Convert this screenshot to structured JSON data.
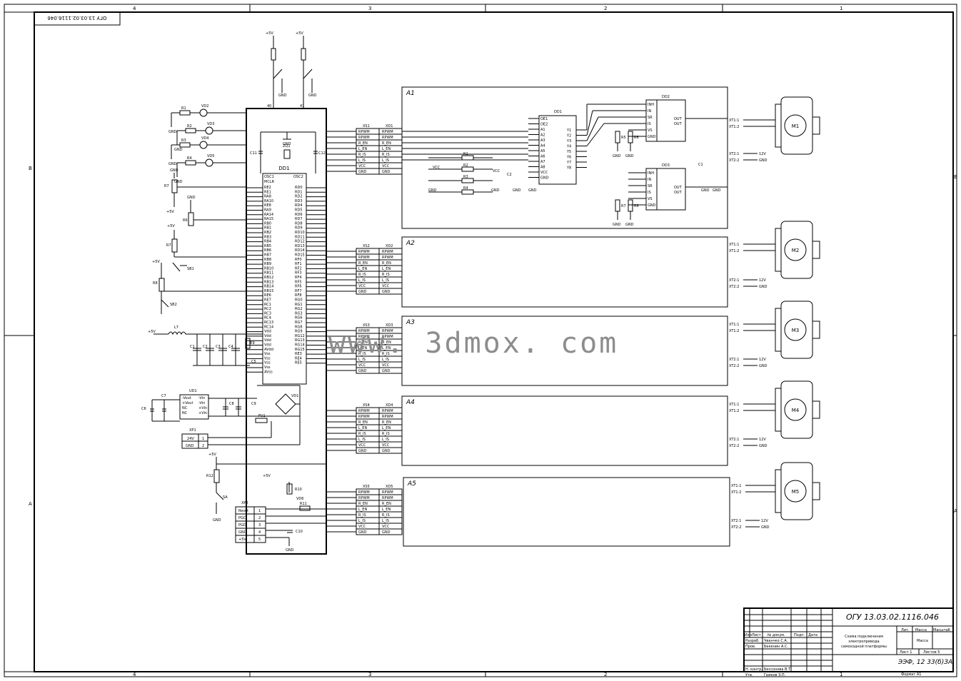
{
  "frame": {
    "zones_top": [
      "4",
      "3",
      "2",
      "1"
    ],
    "zones_side_left": [
      "B",
      "A"
    ],
    "zones_side_right": [
      "B",
      "A"
    ],
    "stamp_doc_rotated": "ОГУ 13.03.02.1116.046"
  },
  "title_block": {
    "doc_code": "ОГУ 13.03.02.1116.046",
    "title_lines": [
      "Схема подключения",
      "электропривода",
      "самоходной платформы"
    ],
    "col_heads": [
      "Изм",
      "Лист",
      "№ докум.",
      "Подп.",
      "Дата"
    ],
    "rows": [
      {
        "role": "Разраб.",
        "name": "Чванчко С.А."
      },
      {
        "role": "Пров.",
        "name": "Бекенин А.С."
      },
      {
        "role": "",
        "name": ""
      },
      {
        "role": "Н. контр.",
        "name": "Бессонова В.Т."
      },
      {
        "role": "Утв.",
        "name": "Гриков З.П."
      }
    ],
    "lit_label": "Лит.",
    "mass_label": "Масса",
    "scale_label": "Масштаб",
    "mass_value": "Масса",
    "sheet_label": "Лист 1",
    "sheets_label": "Листов  5",
    "group": "ЭЭФ, 12 33(б)ЗА",
    "format": "Формат А1"
  },
  "mcu": {
    "ref": "DD1",
    "osc": [
      "OSC1",
      "MCLR",
      "OSC2"
    ],
    "left_pins": [
      "RE2",
      "RE1",
      "RA8",
      "RA10",
      "RE8",
      "RA9",
      "RA14",
      "RA15",
      "RB0",
      "RB1",
      "RB2",
      "RB3",
      "RB4",
      "RB5",
      "RB6",
      "RB7",
      "RB8",
      "RB9",
      "RB10",
      "RB11",
      "RB12",
      "RB13",
      "RB14",
      "RB15",
      "RE6",
      "RE7",
      "RC1",
      "RC2",
      "RC3",
      "RC4",
      "RC13",
      "RC14",
      "Vdd",
      "Vdd",
      "Vdd",
      "Vdd",
      "AVdd",
      "Vss",
      "Vss",
      "Vss",
      "Vss",
      "AVss"
    ],
    "right_pins": [
      "RD0",
      "RD1",
      "RD2",
      "RD3",
      "RD4",
      "RD5",
      "RD6",
      "RD7",
      "RD8",
      "RD9",
      "RD10",
      "RD11",
      "RD12",
      "RD13",
      "RD14",
      "RD15",
      "RF0",
      "RF1",
      "RF2",
      "RF3",
      "RF4",
      "RF5",
      "RF6",
      "RF7",
      "RF8",
      "RG0",
      "RG1",
      "RG2",
      "RG3",
      "RG6",
      "RG7",
      "RG8",
      "RG9",
      "RG12",
      "RG13",
      "RG14",
      "RG15",
      "RE3",
      "RE4",
      "RE5"
    ]
  },
  "modules": [
    {
      "ref": "A1",
      "xs": "XS1",
      "xd": "XD1",
      "motor": "M1"
    },
    {
      "ref": "A2",
      "xs": "XS2",
      "xd": "XD2",
      "motor": "M2"
    },
    {
      "ref": "A3",
      "xs": "XS3",
      "xd": "XD3",
      "motor": "M3"
    },
    {
      "ref": "A4",
      "xs": "XS4",
      "xd": "XD4",
      "motor": "M4"
    },
    {
      "ref": "A5",
      "xs": "XS5",
      "xd": "XD5",
      "motor": "M5"
    }
  ],
  "connector_signals": [
    "RPWM",
    "RPWM",
    "R_EN",
    "L_EN",
    "R_IS",
    "L_IS",
    "VCC",
    "GND"
  ],
  "terminals": {
    "p1": "XT1:1",
    "p2": "XT1:2",
    "q1": "XT2:1",
    "q2": "XT2:2",
    "v": "12V",
    "g": "GND"
  },
  "a1_chips": {
    "buffer": "DD1",
    "buf_left": [
      "OE1",
      "OE2",
      "A1",
      "A2",
      "A3",
      "A4",
      "A5",
      "A6",
      "A7",
      "A8",
      "VCC",
      "GND"
    ],
    "buf_right": [
      "Y1",
      "Y2",
      "Y3",
      "Y4",
      "Y5",
      "Y6",
      "Y7",
      "Y8"
    ],
    "drv_top": "DD2",
    "drv_bot": "DD3",
    "drv_left": [
      "INH",
      "IN",
      "SR",
      "IS",
      "VS",
      "GND"
    ],
    "drv_right": [
      "OUT",
      "OUT"
    ],
    "res": [
      "R1",
      "R2",
      "R3",
      "R4",
      "R5",
      "R6",
      "R7",
      "R8"
    ],
    "cap": [
      "C1",
      "C2"
    ]
  },
  "power": {
    "inductor": "L7",
    "caps": [
      "C1",
      "C2",
      "C3",
      "C4",
      "C5"
    ],
    "res": "R9",
    "reg": "UD1",
    "reg_pins": [
      "-Vout",
      "+Vout",
      "NC",
      "NC",
      "-Vin",
      "-Vin",
      "+Vin",
      "+Vin"
    ],
    "c6": "C6",
    "c7": "C7",
    "c8": "C8",
    "c9": "C9",
    "fuse": "FU1",
    "bridge": "VD1",
    "xp1": "XP1",
    "xp1_rows": [
      "24V",
      "GND"
    ],
    "xp1_nums": [
      "1",
      "2"
    ]
  },
  "leds": [
    "VD2",
    "VD3",
    "VD4",
    "VD5"
  ],
  "led_res": [
    "R1",
    "R2",
    "R3",
    "R4"
  ],
  "pots": [
    "R7",
    "R6",
    "R7"
  ],
  "switch_ref": [
    "SB1",
    "SB2"
  ],
  "xp2": {
    "ref": "XP2",
    "rows": [
      "Reset",
      "PGC",
      "PGD",
      "GND",
      "+5V"
    ],
    "nums": [
      "1",
      "2",
      "3",
      "4",
      "5"
    ]
  },
  "misc_labels": {
    "vcc": "VCC",
    "gnd": "GND",
    "p5v": "+5V",
    "sa": "SA",
    "r10": "R10",
    "r11": "R11",
    "vd6": "VD6",
    "c10": "C10",
    "r12": "R12",
    "r8": "R8",
    "r11b": "R11",
    "c11": "C11",
    "c12": "C12",
    "zq1": "ZQ1"
  },
  "watermark": "www. 3dmox. com"
}
